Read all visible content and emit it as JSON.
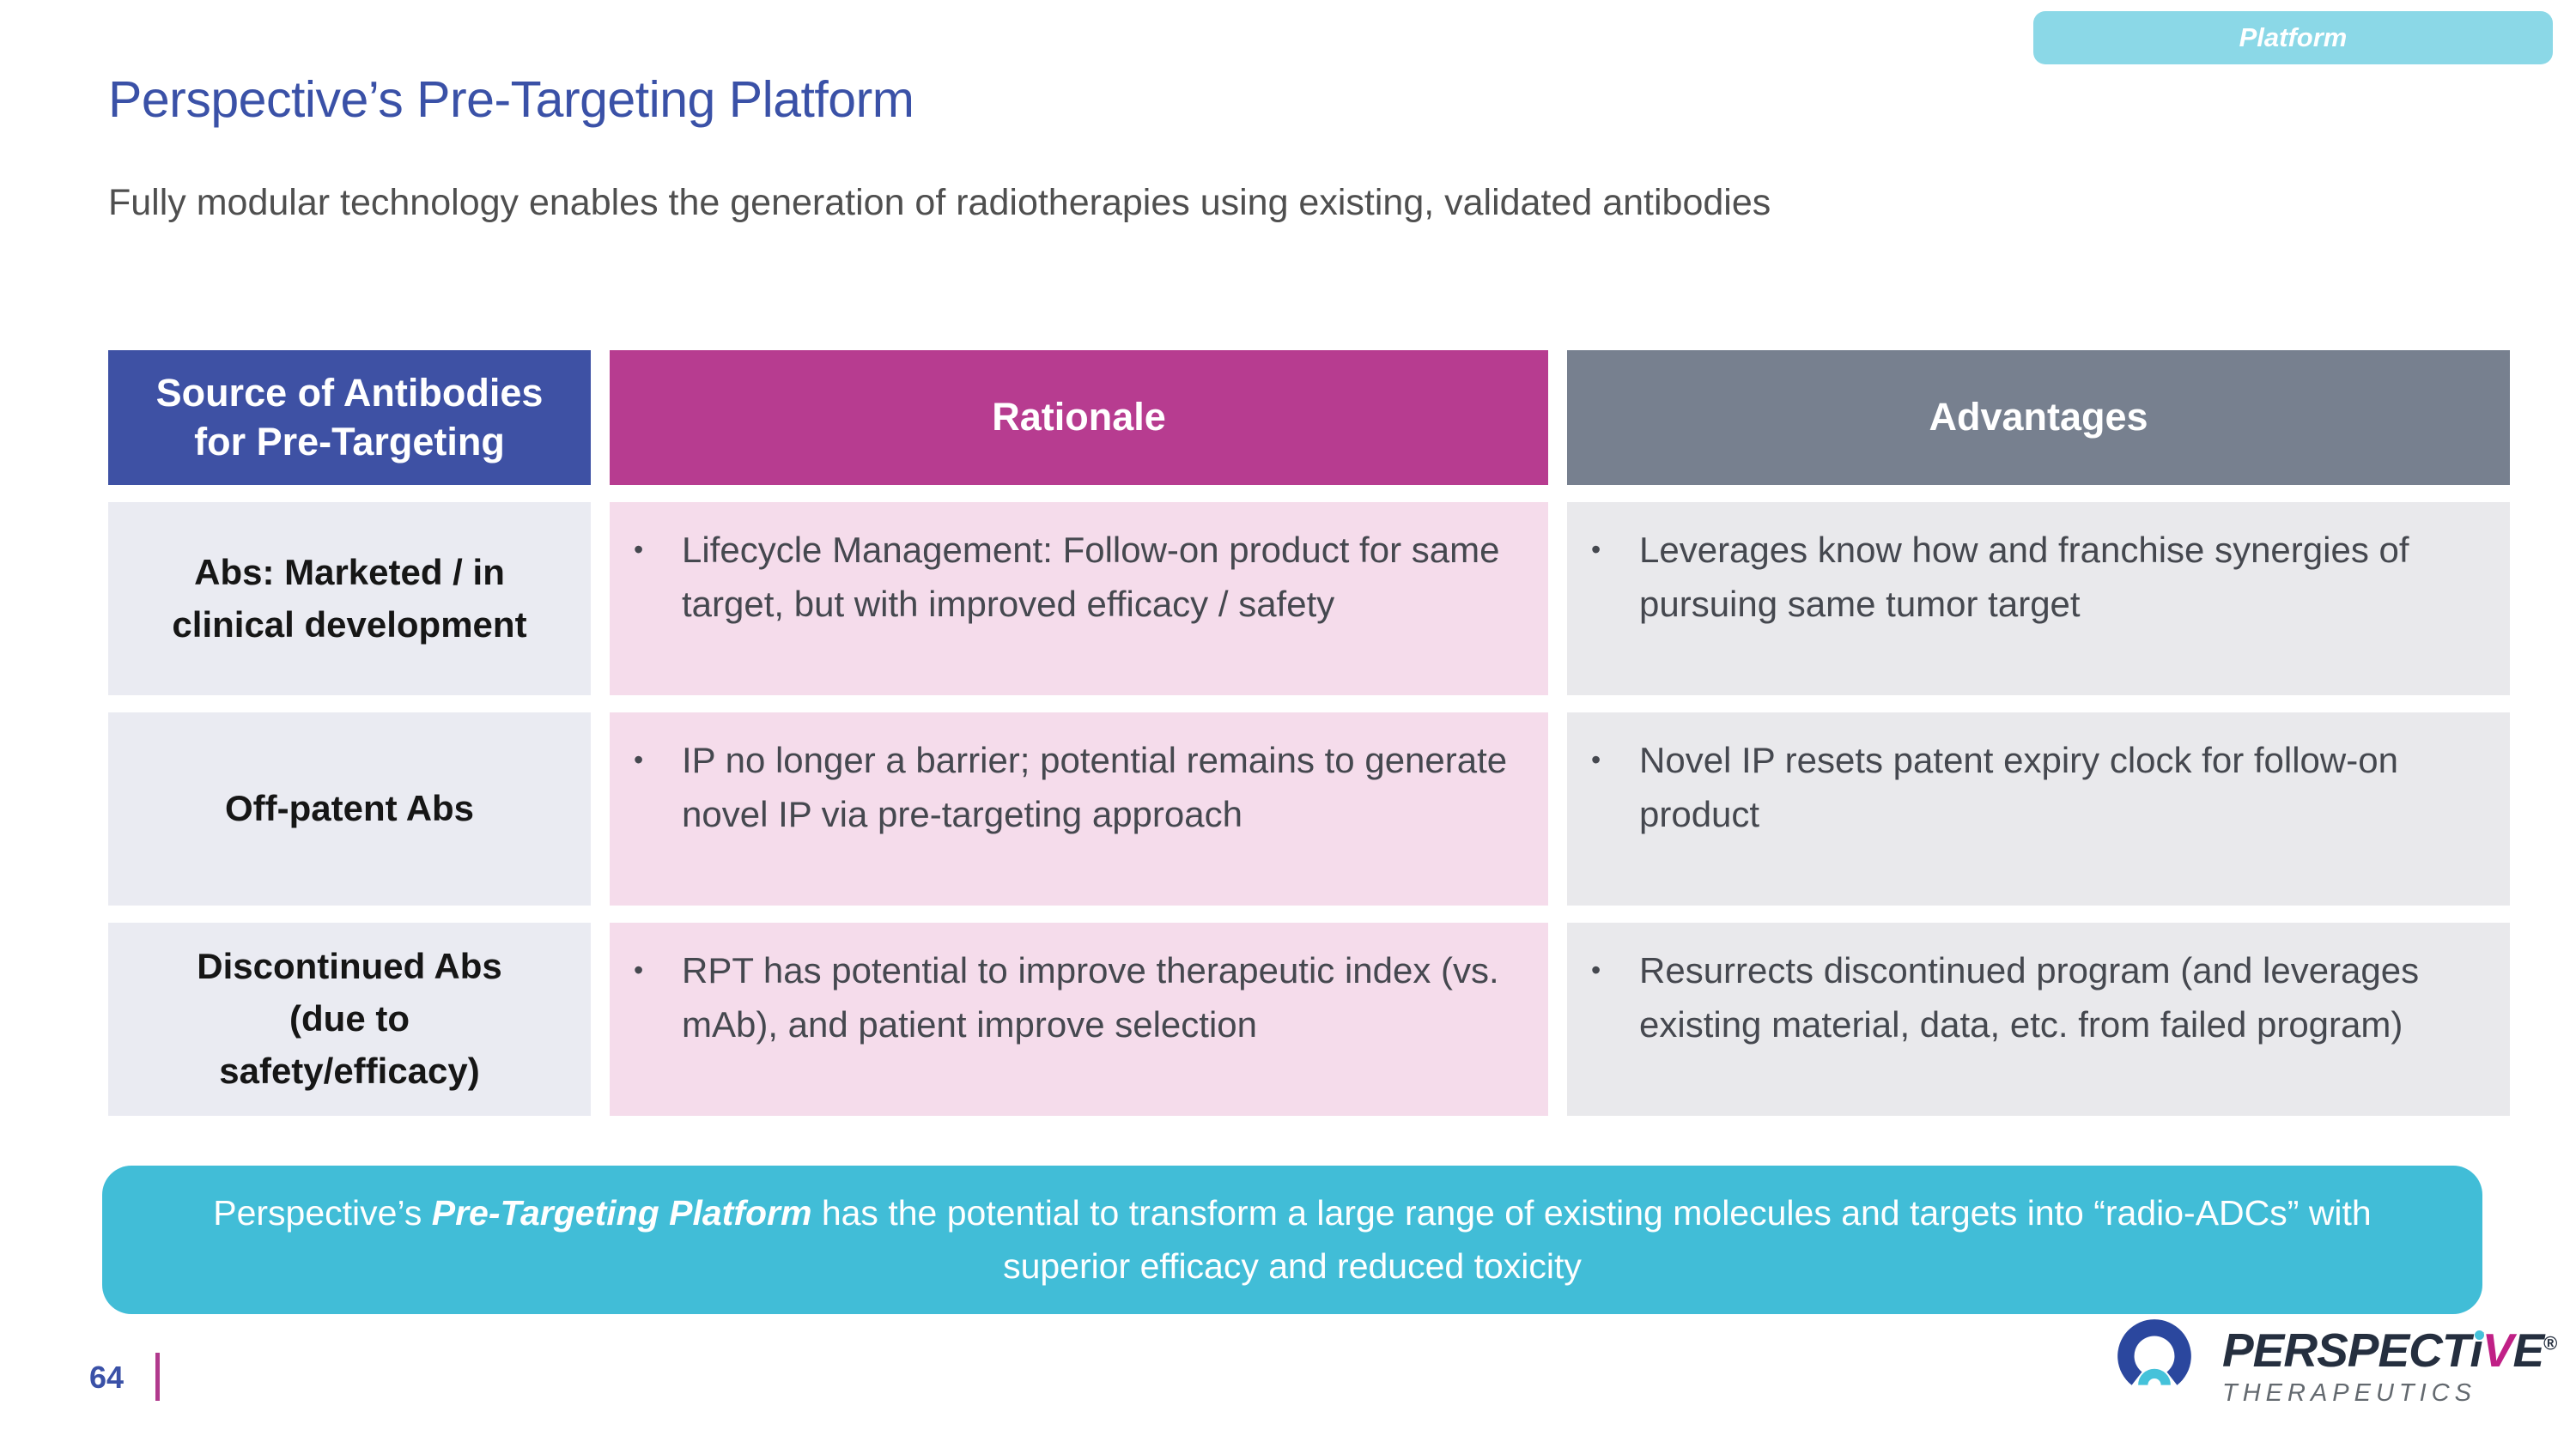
{
  "badge": {
    "label": "Platform"
  },
  "header": {
    "title": "Perspective’s Pre-Targeting Platform",
    "subtitle": "Fully modular technology enables the generation of radiotherapies using existing, validated antibodies"
  },
  "table": {
    "bullet": "•",
    "columns": [
      {
        "label": "Source of Antibodies\nfor Pre-Targeting"
      },
      {
        "label": "Rationale"
      },
      {
        "label": "Advantages"
      }
    ],
    "rows": [
      {
        "source": "Abs: Marketed / in\nclinical development",
        "rationale": "Lifecycle Management: Follow-on product for same target, but with improved efficacy / safety",
        "advantage": "Leverages know how and franchise synergies of pursuing same tumor target"
      },
      {
        "source": "Off-patent Abs",
        "rationale": "IP no longer a barrier; potential remains to generate novel IP via pre-targeting approach",
        "advantage": "Novel IP resets patent expiry clock for follow-on product"
      },
      {
        "source": "Discontinued Abs\n(due to\nsafety/efficacy)",
        "rationale": "RPT has potential to improve therapeutic index (vs. mAb), and patient improve selection",
        "advantage": "Resurrects discontinued program (and leverages existing material, data, etc. from failed program)"
      }
    ]
  },
  "banner": {
    "prefix": "Perspective’s ",
    "emphasis": "Pre-Targeting Platform",
    "suffix": " has the potential to transform a large range of existing molecules and targets into “radio-ADCs” with superior efficacy and reduced toxicity"
  },
  "footer": {
    "page_number": "64",
    "logo": {
      "wordmark_part1": "PERSPECT",
      "wordmark_i": "i",
      "wordmark_v": "V",
      "wordmark_part2": "E",
      "registered": "®",
      "subtitle": "THERAPEUTICS"
    }
  },
  "colors": {
    "title_blue": "#3A51A7",
    "header_source_bg": "#3E51A4",
    "header_rationale_bg": "#B73C90",
    "header_advantages_bg": "#77808F",
    "cell_source_bg": "#EAEBF2",
    "cell_rationale_bg": "#F5DCEB",
    "cell_advantages_bg": "#E9E9EC",
    "banner_bg": "#41BDD7",
    "badge_bg": "#8BD8E7",
    "accent_magenta": "#B13A8D",
    "logo_blue": "#2B479E",
    "logo_teal": "#45C2DA",
    "logo_magenta": "#C02086",
    "logo_navy": "#252F3F",
    "body_text": "#45484F"
  }
}
